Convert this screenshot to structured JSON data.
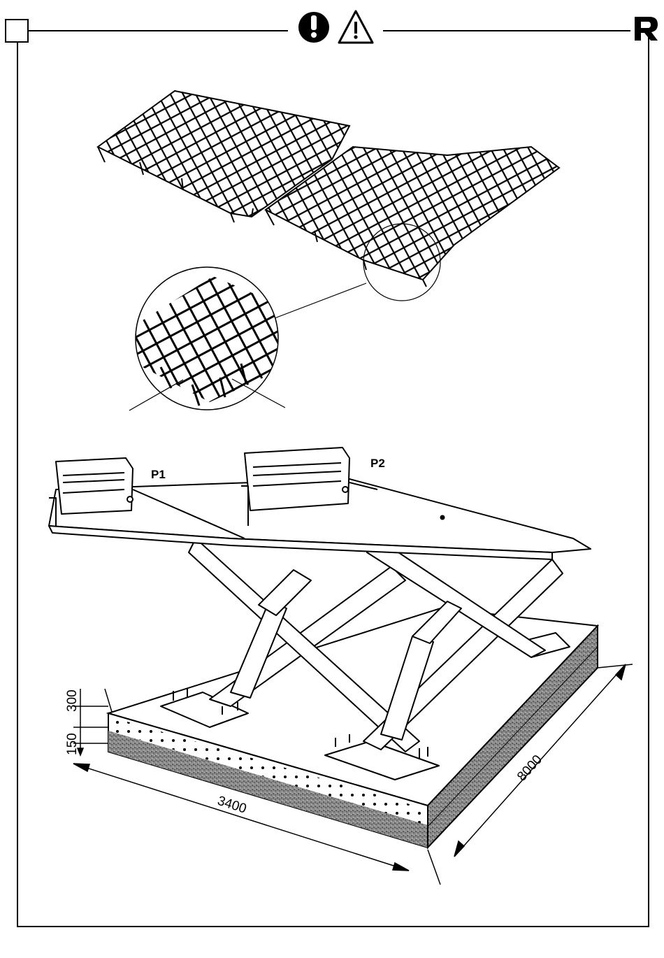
{
  "header": {
    "mandatory_icon": "exclamation-circle-icon",
    "warning_icon": "warning-triangle-icon",
    "logo_icon": "brand-r-logo"
  },
  "labels": {
    "platform_1": "P1",
    "platform_2": "P2"
  },
  "dimensions": {
    "depth_top": "300",
    "depth_bottom": "150",
    "width": "3400",
    "length": "8000"
  },
  "colors": {
    "ink": "#000000",
    "paper": "#ffffff",
    "concrete": "#7a7a7a"
  }
}
